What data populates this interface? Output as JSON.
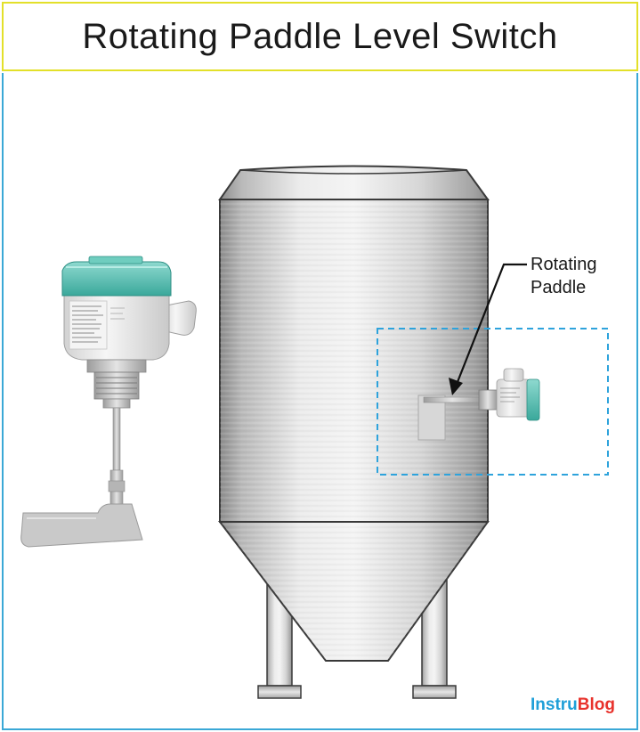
{
  "title": "Rotating Paddle Level Switch",
  "callout": {
    "line1": "Rotating",
    "line2": "Paddle"
  },
  "brand": {
    "part1": "Instru",
    "part2": "Blog"
  },
  "colors": {
    "title_border": "#e3e02a",
    "frame_border": "#3aa8d6",
    "highlight_box": "#2ea3dc",
    "instrument_cap": "#5fc4b8",
    "brand_blue": "#1f9fd8",
    "brand_yellow": "#f3b21b",
    "brand_red": "#e8322c"
  },
  "icons": [
    "level-switch-photo",
    "storage-silo",
    "callout-arrow",
    "mounted-switch"
  ]
}
